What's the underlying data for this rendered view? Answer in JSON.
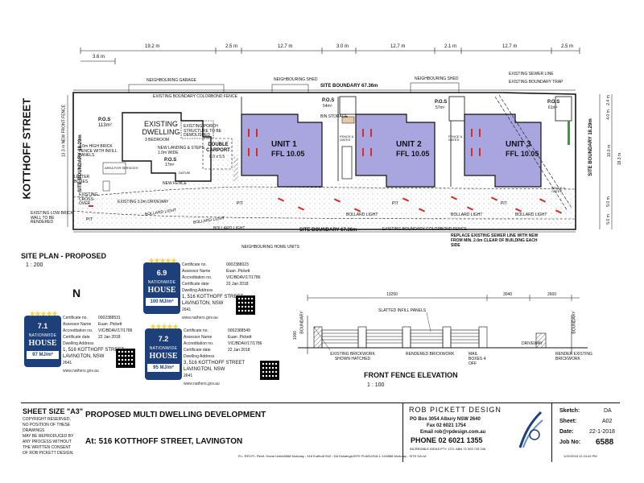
{
  "site_plan": {
    "title": "SITE PLAN - PROPOSED",
    "scale": "1 : 200",
    "street": "KOTTHOFF STREET",
    "north_label": "N",
    "dimensions": [
      "19.2 m",
      "2.5 m",
      "12.7 m",
      "3.0 m",
      "12.7 m",
      "2.1 m",
      "12.7 m",
      "2.5 m",
      "3.6 m"
    ],
    "right_dims": [
      "2.4 m",
      "4.0 m",
      "10.0 m",
      "18.3 m",
      "5.0 m",
      "5.0 m"
    ],
    "labels": {
      "neighbouring_garage": "NEIGHBOURING GARAGE",
      "neighbouring_shed_left": "NEIGHBOURING SHED",
      "neighbouring_shed_right": "NEIGHBOURING SHED",
      "existing_sewer_line": "EXISTING SEWER LINE",
      "existing_boundary_trap": "EXISTING BOUNDARY TRAP",
      "boundary_top": "SITE BOUNDARY 67.36m",
      "boundary_bottom": "SITE BOUNDARY 67.36m",
      "boundary_left": "SITE BOUNDARY 18.29m",
      "boundary_right": "SITE BOUNDARY 18.29m",
      "colorbond_top": "EXISTING BOUNDARY COLORBOND FENCE",
      "colorbond_bottom": "EXISTING BOUNDARY COLORBOND FENCE",
      "neighbouring_home_units": "NEIGHBOURING HOME UNITS",
      "existing_dwelling": "EXISTING DWELLING",
      "bedroom": "3 BEDROOM",
      "porch": "EXISTING PORCH STRUCTURE TO BE DEMOLISHED",
      "landing": "NEW LANDING & STEPS, 1.0m WIDE",
      "brick_fence": "1.0m HIGH BRICK FENCE WITH INFILL PANELS",
      "area_services": "AREA FOR SERVICES",
      "letter_boxes": "LETTER BOXES",
      "crossover": "EXISTING CROSS-OVER",
      "driveway": "EXISTING 3.0m DRIVEWAY",
      "low_brick_wall": "EXISTING LOW BRICK WALL TO BE RENDERED",
      "double_carport": "DOUBLE CARPORT",
      "carport_size": "6.0 x 5.5",
      "new_fence": "NEW FENCE",
      "pos_dwelling": "P.O.S",
      "pos_dwelling_area": "17m²",
      "pos_dwelling_top": "P.O.S",
      "pos_dwelling_top_area": "113m²",
      "pos1": "P.O.S",
      "pos1_area": "54m²",
      "pos2": "P.O.S",
      "pos2_area": "57m²",
      "pos3": "P.O.S",
      "pos3_area": "61m²",
      "bin_storage": "BIN STORAGE",
      "fence_gates_1": "FENCE & GATES",
      "fence_gates_2": "FENCE & GATES",
      "fence_gates_3": "FENCE & GATES",
      "bollard_light": "BOLLARD LIGHT",
      "replace_sewer": "REPLACE EXISTING SEWER LINE WITH NEW FROM MIN. 2.0m CLEAR OF BUILDING EACH SIDE",
      "pit": "PIT",
      "datum": "DATUM",
      "front_fence_left": "13.3 m NEW FRONT FENCE"
    },
    "units": [
      {
        "name": "UNIT 1",
        "ffl": "FFL 10.05"
      },
      {
        "name": "UNIT 2",
        "ffl": "FFL 10.05"
      },
      {
        "name": "UNIT 3",
        "ffl": "FFL 10.05"
      }
    ],
    "colors": {
      "unit_fill": "#a9a6df",
      "line": "#111111",
      "door": "#d0302a"
    }
  },
  "certificates": [
    {
      "stars": "6.9",
      "energy": "100 MJ/m²",
      "rows": [
        {
          "label": "Certificate no.",
          "value": "0002388023"
        },
        {
          "label": "Assessor Name",
          "value": "Euan .Pickett"
        },
        {
          "label": "Accreditation no.",
          "value": "VIC/BDAV/17/1786"
        },
        {
          "label": "Certificate date",
          "value": "22 Jan 2018"
        },
        {
          "label": "Dwelling Address",
          "value": "1, 516 KOTTHOFF STREET"
        }
      ],
      "suburb": "LAVINGTON, NSW",
      "postcode": "2641",
      "url": "www.nathers.gov.au"
    },
    {
      "stars": "7.1",
      "energy": "97 MJ/m²",
      "rows": [
        {
          "label": "Certificate no.",
          "value": "0002388531"
        },
        {
          "label": "Assessor Name",
          "value": "Euan .Pickett"
        },
        {
          "label": "Accreditation no.",
          "value": "VIC/BDAV/17/1786"
        },
        {
          "label": "Certificate date",
          "value": "22 Jan 2018"
        },
        {
          "label": "Dwelling Address",
          "value": "1, 516 KOTTHOFF STREET"
        }
      ],
      "suburb": "LAVINGTON, NSW",
      "postcode": "2641",
      "url": "www.nathers.gov.au"
    },
    {
      "stars": "7.2",
      "energy": "95 MJ/m²",
      "rows": [
        {
          "label": "Certificate no.",
          "value": "0002388549"
        },
        {
          "label": "Assessor Name",
          "value": "Euan .Pickett"
        },
        {
          "label": "Accreditation no.",
          "value": "VIC/BDAV/17/1786"
        },
        {
          "label": "Certificate date",
          "value": "22 Jan 2018"
        },
        {
          "label": "Dwelling Address",
          "value": "3, 516 KOTTHOFF STREET"
        }
      ],
      "suburb": "LAVINGTON, NSW",
      "postcode": "2641",
      "url": "www.nathers.gov.au"
    }
  ],
  "badge_text": {
    "nationwide": "NATIONWIDE",
    "house": "HOUSE"
  },
  "fence_elevation": {
    "title": "FRONT FENCE ELEVATION",
    "scale": "1 : 100",
    "dims": [
      "13250",
      "3040",
      "2600"
    ],
    "height": "1000",
    "labels": {
      "slatted": "SLATTED INFILL PANELS",
      "boundary_left": "BOUNDARY",
      "boundary_right": "BOUNDARY",
      "driveway": "DRIVEWAY",
      "existing_brickwork": "EXISTING BRICKWORK SHOWN HATCHED",
      "rendered_brickwork": "RENDERED BRICKWORK",
      "mail_boxes": "MAIL BOXES 4 OFF",
      "render_existing": "RENDER EXISTING BRICKWORK"
    }
  },
  "title_block": {
    "sheet_size": "SHEET SIZE \"A3\"",
    "copyright": [
      "COPYRIGHT RESERVED,",
      "NO POSITION OF THESE",
      "DRAWINGS",
      "MAY BE REPRODUCED BY",
      "ANY PROCESS WITHOUT",
      "THE WRITTEN CONSENT",
      "OF ROB PICKETT DESIGN."
    ],
    "project": "PROPOSED MULTI DWELLING DEVELOPMENT",
    "address": "At: 516 KOTTHOFF STREET, LAVINGTON",
    "company": "ROB PICKETT DESIGN",
    "po_box": "PO Box 3054 Albury NSW 2640",
    "fax": "Fax 02 6021 1754",
    "email": "Email rob@rpdesign.com.au",
    "phone": "PHONE 02 6021 1355",
    "abn": "INCREDIBLE IDEAS PTY. LTD.  ABN 72 003 725 246",
    "file_path": "R:\\- REVIT\\- Revit- Home Units\\6588 McAulay - 516 Kotthoff St\\2 - DA Drawings\\SITE PLAN\\2018-1-11\\6588 McAulay - SITE DA.rvt",
    "print_date": "1/22/2018 12:24:43 PM",
    "fields": [
      {
        "label": "Sketch:",
        "value": "DA"
      },
      {
        "label": "Sheet:",
        "value": "A02"
      },
      {
        "label": "Date:",
        "value": "22-1-2018"
      },
      {
        "label": "Job No:",
        "value": "6588"
      }
    ]
  }
}
